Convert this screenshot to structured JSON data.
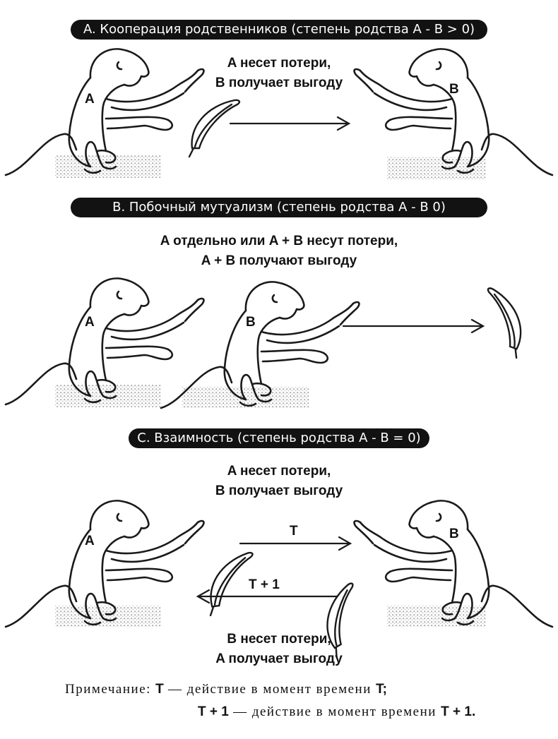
{
  "panels": {
    "a": {
      "banner": "A. Кооперация родственников (степень родства A - B > 0)",
      "caption": [
        "A несет потери,",
        "B получает выгоду"
      ],
      "monkey_left": "A",
      "monkey_right": "B"
    },
    "b": {
      "banner": "B. Побочный мутуализм (степень родства A - B   0)",
      "caption": [
        "A отдельно или A + B несут потери,",
        "A + B получают выгоду"
      ],
      "monkey_left": "A",
      "monkey_right": "B"
    },
    "c": {
      "banner": "C. Взаимность (степень родства A - B = 0)",
      "caption_top": [
        "A несет потери,",
        "B получает выгоду"
      ],
      "arrow_forward": "T",
      "arrow_back": "T + 1",
      "caption_bottom": [
        "B несет потери,",
        "A получает выгоду"
      ],
      "monkey_left": "A",
      "monkey_right": "B"
    }
  },
  "note": {
    "prefix": "Примечание:",
    "line1_term": "T",
    "line1_text": "— действие в момент времени",
    "line1_end": "T;",
    "line2_term": "T + 1",
    "line2_text": "— действие в момент времени",
    "line2_end": "T + 1."
  }
}
